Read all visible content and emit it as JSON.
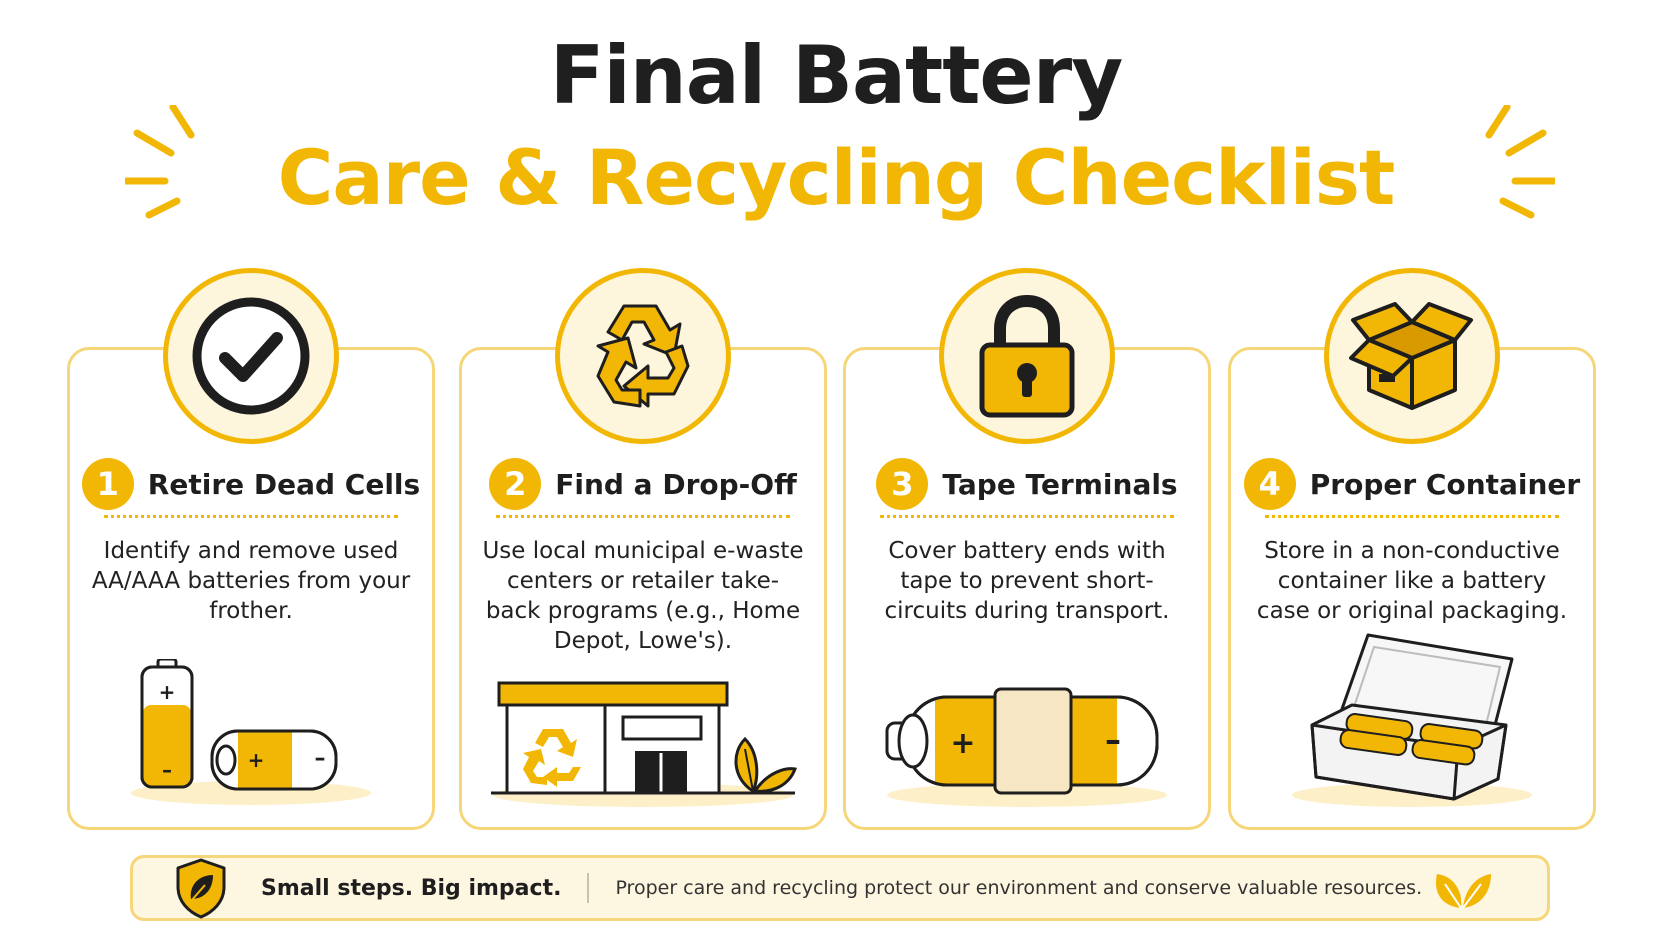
{
  "title": {
    "line1": "Final Battery",
    "line2": "Care & Recycling Checklist"
  },
  "colors": {
    "accent": "#f2b705",
    "card_border": "#f6d67a",
    "text_dark": "#1e1e1e",
    "footer_bg": "#fdf6e0"
  },
  "steps": [
    {
      "number": "1",
      "title": "Retire Dead Cells",
      "description": "Identify and remove used AA/AAA batteries from your frother.",
      "icon": "checkmark-icon",
      "illustration": "batteries-illustration"
    },
    {
      "number": "2",
      "title": "Find a Drop-Off",
      "description": "Use local municipal e-waste centers or retailer take-back programs (e.g., Home Depot, Lowe's).",
      "icon": "recycle-icon",
      "illustration": "recycling-center-illustration"
    },
    {
      "number": "3",
      "title": "Tape Terminals",
      "description": "Cover battery ends with tape to prevent short-circuits during transport.",
      "icon": "padlock-icon",
      "illustration": "taped-battery-illustration"
    },
    {
      "number": "4",
      "title": "Proper Container",
      "description": "Store in a non-conductive container like a battery case or original packaging.",
      "icon": "box-icon",
      "illustration": "battery-case-illustration"
    }
  ],
  "footer": {
    "tagline": "Small steps. Big impact.",
    "message": "Proper care and recycling protect our environment and conserve valuable resources.",
    "left_icon": "shield-leaf-icon",
    "right_icon": "leaf-icon"
  }
}
